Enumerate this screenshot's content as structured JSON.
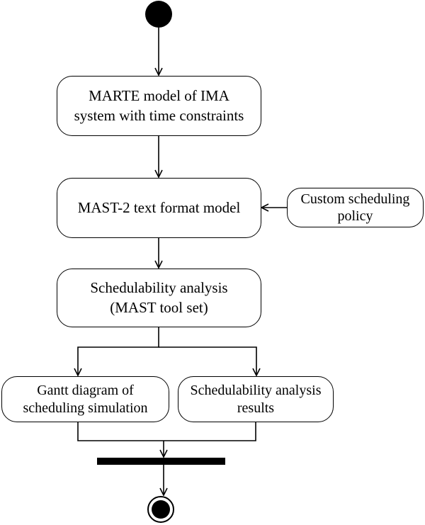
{
  "diagram": {
    "type": "activity",
    "nodes": {
      "marte_model": {
        "line1": "MARTE model of IMA",
        "line2": "system with time constraints"
      },
      "mast_model": {
        "line1": "MAST-2 text format model"
      },
      "custom_policy": {
        "line1": "Custom scheduling",
        "line2": "policy"
      },
      "analysis": {
        "line1": "Schedulability analysis",
        "line2": "(MAST tool set)"
      },
      "gantt": {
        "line1": "Gantt diagram of",
        "line2": "scheduling simulation"
      },
      "results": {
        "line1": "Schedulability analysis",
        "line2": "results"
      }
    },
    "edges": [
      {
        "from": "start",
        "to": "marte_model"
      },
      {
        "from": "marte_model",
        "to": "mast_model"
      },
      {
        "from": "custom_policy",
        "to": "mast_model"
      },
      {
        "from": "mast_model",
        "to": "analysis"
      },
      {
        "from": "analysis",
        "to": "gantt"
      },
      {
        "from": "analysis",
        "to": "results"
      },
      {
        "from": "gantt",
        "to": "join_bar"
      },
      {
        "from": "results",
        "to": "join_bar"
      },
      {
        "from": "join_bar",
        "to": "end"
      }
    ],
    "colors": {
      "stroke": "#000000",
      "fill": "#000000",
      "background": "#ffffff"
    }
  }
}
